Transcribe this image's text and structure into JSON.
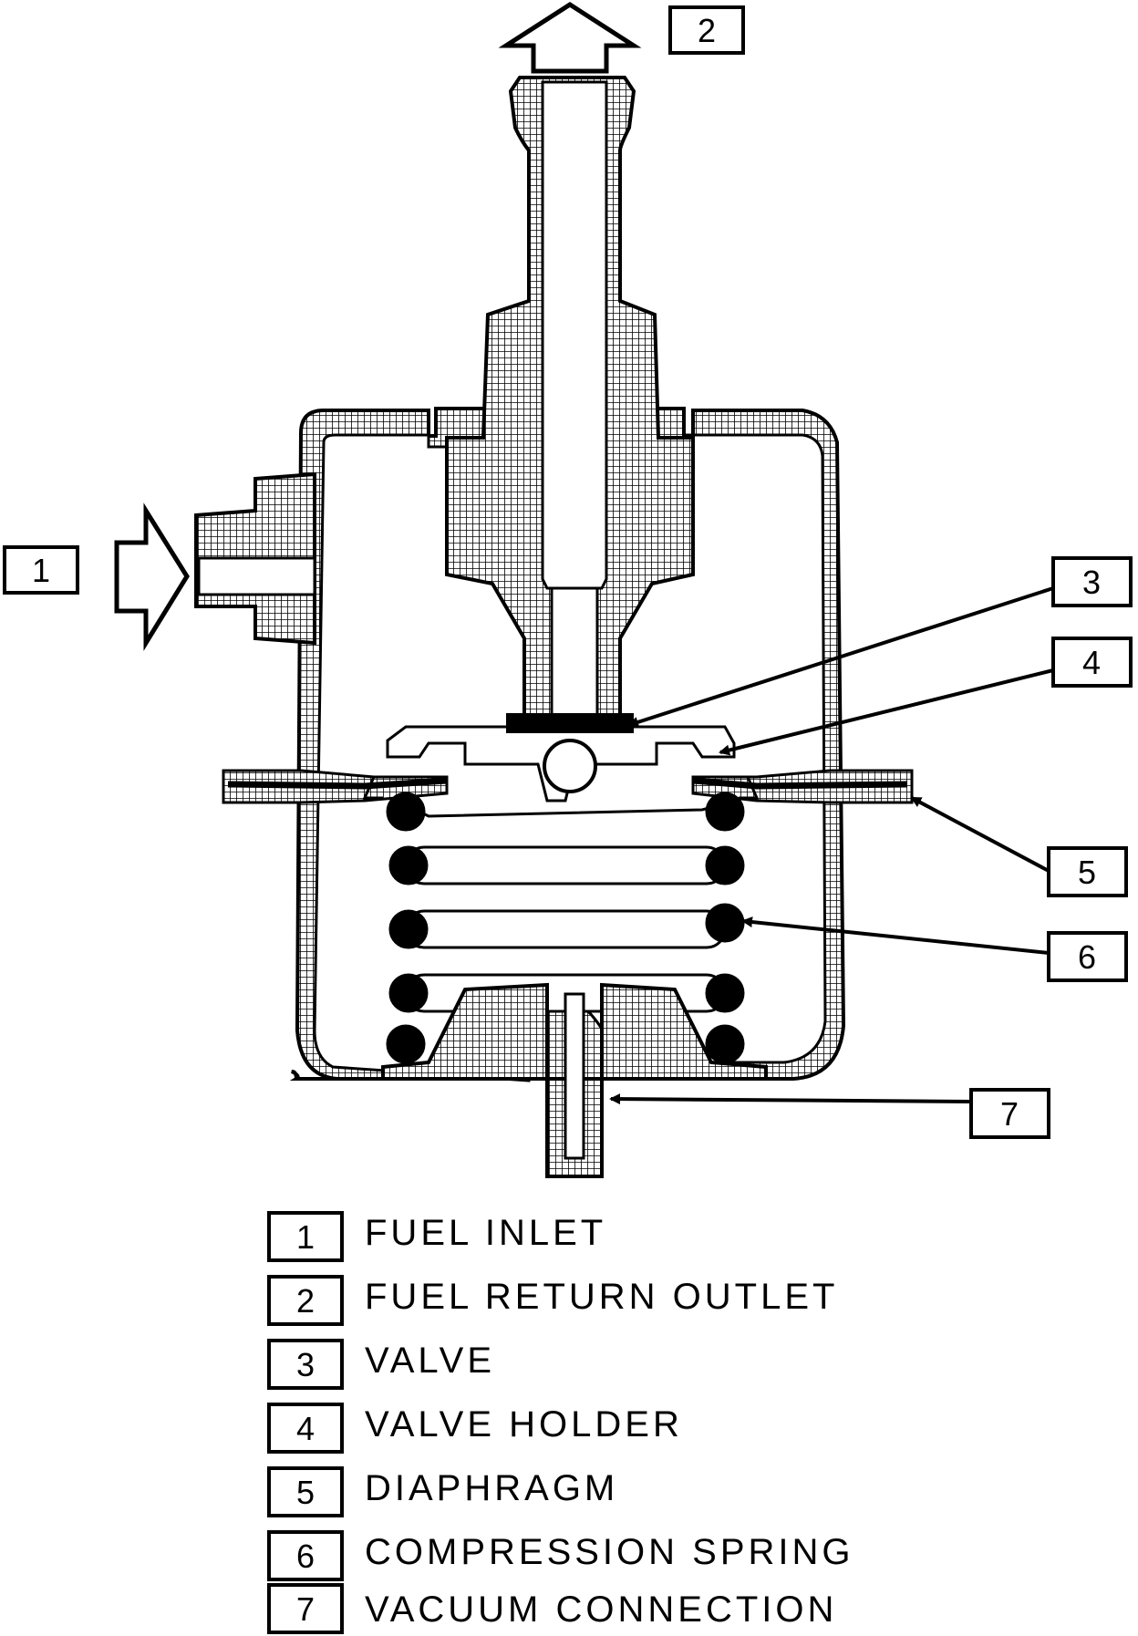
{
  "callouts": [
    {
      "number": "1",
      "target": "fuel-inlet"
    },
    {
      "number": "2",
      "target": "fuel-return-outlet"
    },
    {
      "number": "3",
      "target": "valve"
    },
    {
      "number": "4",
      "target": "valve-holder"
    },
    {
      "number": "5",
      "target": "diaphragm"
    },
    {
      "number": "6",
      "target": "compression-spring"
    },
    {
      "number": "7",
      "target": "vacuum-connection"
    }
  ],
  "legend": [
    {
      "number": "1",
      "label": "FUEL INLET"
    },
    {
      "number": "2",
      "label": "FUEL RETURN OUTLET"
    },
    {
      "number": "3",
      "label": "VALVE"
    },
    {
      "number": "4",
      "label": "VALVE HOLDER"
    },
    {
      "number": "5",
      "label": "DIAPHRAGM"
    },
    {
      "number": "6",
      "label": "COMPRESSION SPRING"
    },
    {
      "number": "7",
      "label": "VACUUM CONNECTION"
    }
  ]
}
